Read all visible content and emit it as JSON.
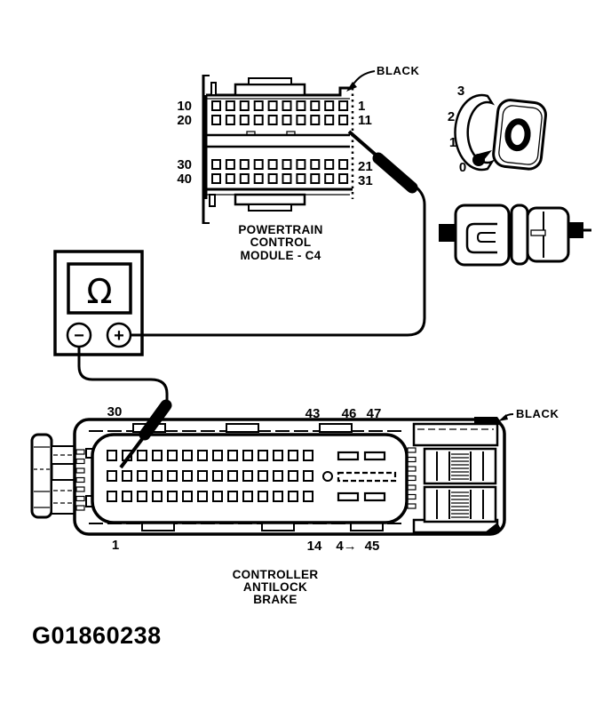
{
  "figure": {
    "id": "G01860238"
  },
  "pcm": {
    "caption_lines": [
      "POWERTRAIN",
      "CONTROL",
      "MODULE - C4"
    ],
    "black_label": "BLACK",
    "left_pin_labels": [
      "10",
      "20",
      "30",
      "40"
    ],
    "right_pin_labels": [
      "1",
      "11",
      "21",
      "31"
    ],
    "pins_per_row": 10,
    "row_count": 4
  },
  "ignition": {
    "positions": [
      "3",
      "2",
      "1",
      "0"
    ]
  },
  "meter": {
    "display_symbol": "Ω",
    "minus": "−",
    "plus": "+"
  },
  "abs": {
    "caption_lines": [
      "CONTROLLER",
      "ANTILOCK",
      "BRAKE"
    ],
    "black_label": "BLACK",
    "top_pin_labels": [
      "30",
      "43",
      "46",
      "47"
    ],
    "bottom_pin_labels": [
      "1",
      "14",
      "4→",
      "45"
    ],
    "pins_per_row": 14,
    "row_count": 3
  },
  "colors": {
    "ink": "#000000",
    "paper": "#ffffff"
  }
}
